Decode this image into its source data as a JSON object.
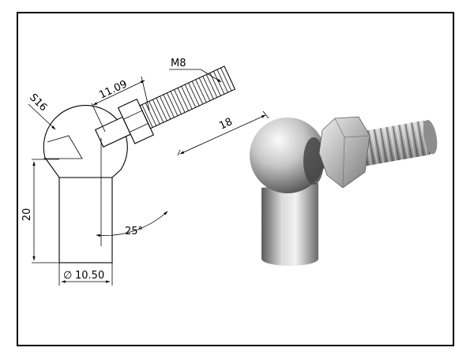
{
  "labels": {
    "thread": "M8",
    "socket_size": "S16",
    "offset_len": "11.09",
    "thread_len": "18",
    "height": "20",
    "angle": "25°",
    "diameter": "10.50",
    "diameter_symbol": "∅"
  },
  "colors": {
    "frame": "#000000",
    "metal_light": "#f2f2f2",
    "metal_mid": "#b9b9b9",
    "metal_dark": "#5e5e5e"
  }
}
